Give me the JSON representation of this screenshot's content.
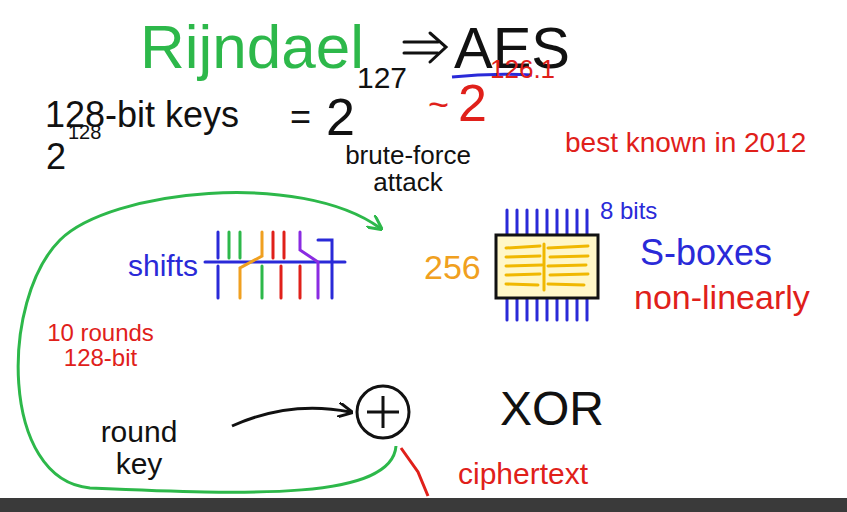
{
  "diagram": {
    "labels": [
      "Rijndael",
      "AES",
      "128-bit keys",
      "=",
      "2",
      "127",
      "2",
      "128",
      "~",
      "2",
      "126.1",
      "best known in 2012",
      "brute-force attack",
      "shifts",
      "8 bits",
      "256",
      "S-boxes",
      "non-linearly",
      "10 rounds 128-bit",
      "round key",
      "XOR",
      "ciphertext"
    ]
  }
}
